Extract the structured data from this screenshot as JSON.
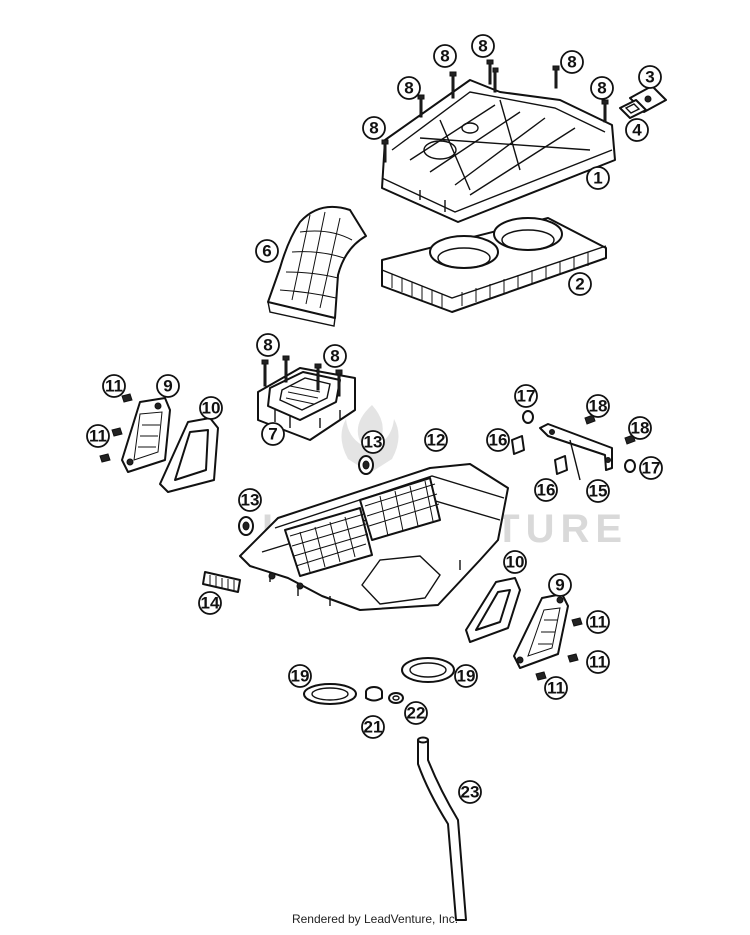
{
  "callouts": {
    "c1": "1",
    "c2": "2",
    "c3": "3",
    "c4": "4",
    "c6": "6",
    "c7": "7",
    "c8": "8",
    "c9": "9",
    "c10": "10",
    "c11": "11",
    "c12": "12",
    "c13": "13",
    "c14": "14",
    "c15": "15",
    "c16": "16",
    "c17": "17",
    "c18": "18",
    "c19": "19",
    "c21": "21",
    "c22": "22",
    "c23": "23"
  },
  "watermark": "LEADVENTURE",
  "footer": "Rendered by LeadVenture, Inc."
}
